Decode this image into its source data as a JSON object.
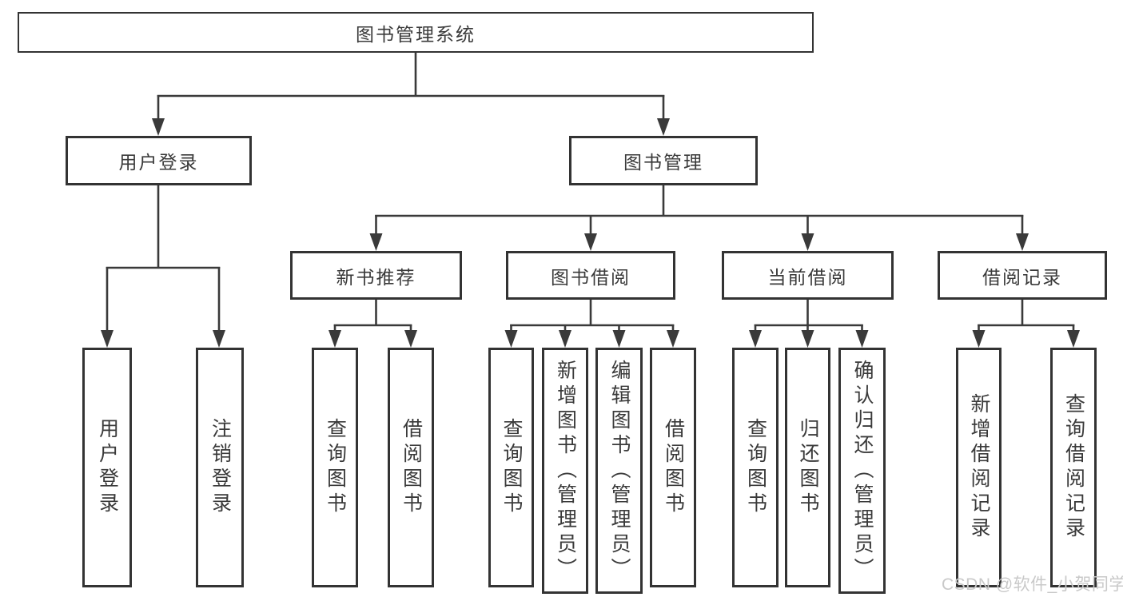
{
  "diagram_type": "hierarchy-tree",
  "tree": {
    "root": {
      "label": "图书管理系统",
      "children": [
        {
          "label": "用户登录",
          "children": [
            {
              "label": "用户登录"
            },
            {
              "label": "注销登录"
            }
          ]
        },
        {
          "label": "图书管理",
          "children": [
            {
              "label": "新书推荐",
              "children": [
                {
                  "label": "查询图书"
                },
                {
                  "label": "借阅图书"
                }
              ]
            },
            {
              "label": "图书借阅",
              "children": [
                {
                  "label": "查询图书"
                },
                {
                  "label": "新增图书（管理员）"
                },
                {
                  "label": "编辑图书（管理员）"
                },
                {
                  "label": "借阅图书"
                }
              ]
            },
            {
              "label": "当前借阅",
              "children": [
                {
                  "label": "查询图书"
                },
                {
                  "label": "归还图书"
                },
                {
                  "label": "确认归还（管理员）"
                }
              ]
            },
            {
              "label": "借阅记录",
              "children": [
                {
                  "label": "新增借阅记录"
                },
                {
                  "label": "查询借阅记录"
                }
              ]
            }
          ]
        }
      ]
    }
  },
  "watermark": {
    "text": "CSDN @软件_小贺同学"
  },
  "colors": {
    "background": "#ffffff",
    "box_border": "#333333",
    "connector": "#3a3a3a",
    "text": "#3a3a3a",
    "watermark": "#c9c9c9"
  }
}
